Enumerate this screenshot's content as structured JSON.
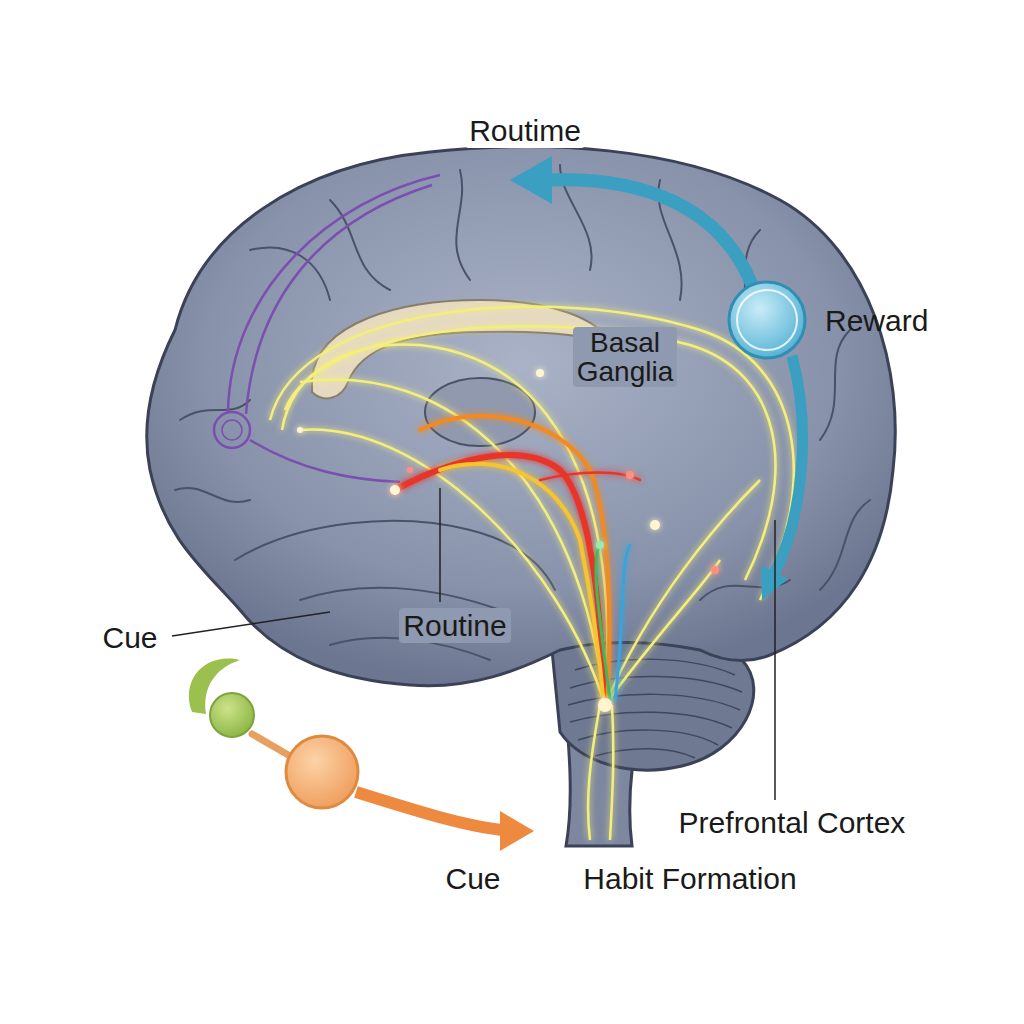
{
  "diagram": {
    "nodes": [
      {
        "text": [
          "Reward"
        ]
      }
    ],
    "labels": [
      "Routime",
      "Basal Ganglia",
      "Cue",
      "Routine",
      "Cue",
      "Prefrontal Cortex",
      "Habit Formation"
    ]
  }
}
